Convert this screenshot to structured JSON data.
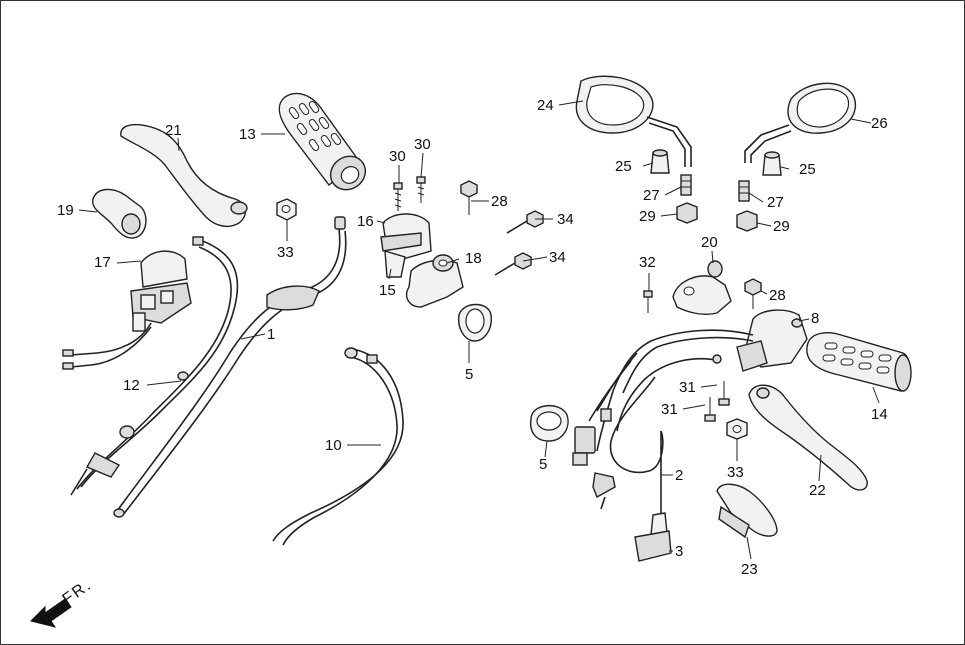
{
  "front_indicator": "FR.",
  "labels": {
    "p1": "1",
    "p2": "2",
    "p3": "3",
    "p5a": "5",
    "p5b": "5",
    "p8": "8",
    "p10": "10",
    "p12": "12",
    "p13": "13",
    "p14": "14",
    "p15": "15",
    "p16": "16",
    "p17": "17",
    "p18": "18",
    "p19": "19",
    "p20": "20",
    "p21": "21",
    "p22": "22",
    "p23": "23",
    "p24": "24",
    "p25a": "25",
    "p25b": "25",
    "p26": "26",
    "p27a": "27",
    "p27b": "27",
    "p28a": "28",
    "p28b": "28",
    "p29a": "29",
    "p29b": "29",
    "p30a": "30",
    "p30b": "30",
    "p31a": "31",
    "p31b": "31",
    "p32": "32",
    "p33a": "33",
    "p33b": "33",
    "p34a": "34",
    "p34b": "34"
  }
}
